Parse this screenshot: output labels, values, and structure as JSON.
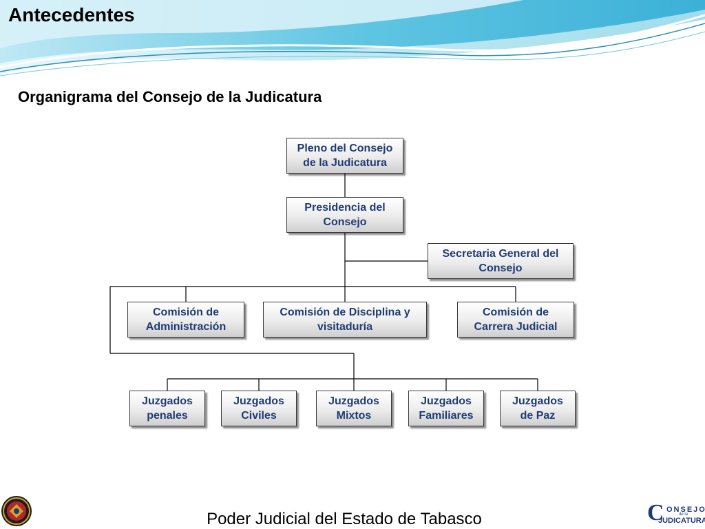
{
  "slide": {
    "title": "Antecedentes",
    "subtitle": "Organigrama del Consejo de la Judicatura",
    "footer": "Poder Judicial del Estado de Tabasco"
  },
  "colors": {
    "box_text": "#1f3b73",
    "connector": "#000000",
    "header_wave": "#5fc4e0"
  },
  "org_chart": {
    "pleno": "Pleno del Consejo\nde la Judicatura",
    "presidencia": "Presidencia del\nConsejo",
    "secretaria": "Secretaria General del\nConsejo",
    "comisiones": [
      "Comisión de\nAdministración",
      "Comisión de Disciplina y\nvisitaduría",
      "Comisión de\nCarrera Judicial"
    ],
    "juzgados": [
      "Juzgados\npenales",
      "Juzgados\nCiviles",
      "Juzgados\nMixtos",
      "Juzgados\nFamiliares",
      "Juzgados\nde Paz"
    ]
  },
  "logos": {
    "left_seal_icon": "tabasco-judicial-seal-icon",
    "right_logo": {
      "initial": "C",
      "word1": "ONSEJO",
      "small": "de la",
      "word2": "JUDICATURA"
    }
  }
}
